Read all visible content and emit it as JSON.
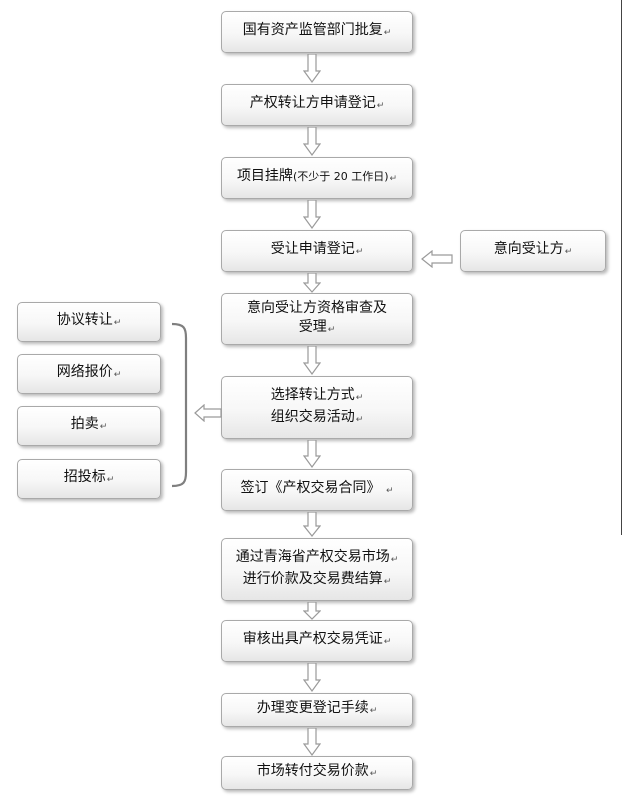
{
  "return_mark": "↵",
  "main_steps": [
    {
      "lines": [
        "国有资产监管部门批复"
      ]
    },
    {
      "lines": [
        "产权转让方申请登记"
      ]
    },
    {
      "lines": [
        "项目挂牌"
      ],
      "note": "(不少于 20 工作日)"
    },
    {
      "lines": [
        "受让申请登记"
      ]
    },
    {
      "lines": [
        "意向受让方资格审查及",
        "受理"
      ]
    },
    {
      "lines": [
        "选择转让方式",
        "组织交易活动"
      ]
    },
    {
      "lines": [
        "签订《产权交易合同》"
      ]
    },
    {
      "lines": [
        "通过青海省产权交易市场",
        "进行价款及交易费结算"
      ]
    },
    {
      "lines": [
        "审核出具产权交易凭证"
      ]
    },
    {
      "lines": [
        "办理变更登记手续"
      ]
    },
    {
      "lines": [
        "市场转付交易价款"
      ]
    }
  ],
  "side_input": {
    "label": "意向受让方"
  },
  "transfer_methods": [
    {
      "label": "协议转让"
    },
    {
      "label": "网络报价"
    },
    {
      "label": "拍卖"
    },
    {
      "label": "招投标"
    }
  ]
}
